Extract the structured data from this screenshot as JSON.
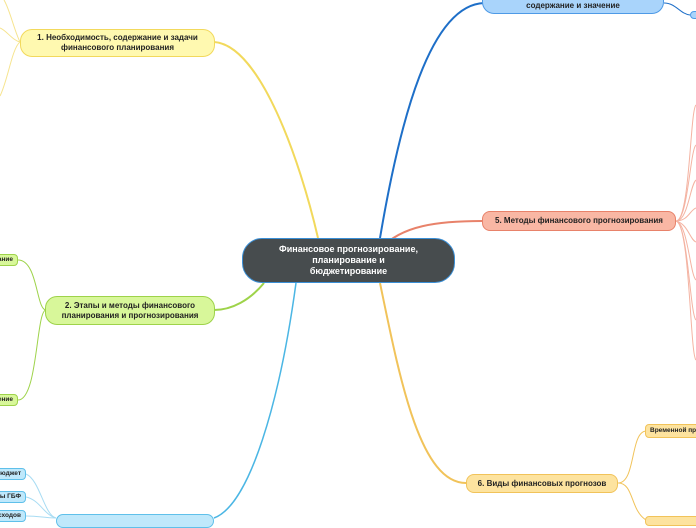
{
  "central": {
    "label": "Финансовое прогнозирование, планирование и бюджетирование"
  },
  "topics": [
    {
      "id": "t1",
      "label": "1. Необходимость, содержание и задачи финансового планирования"
    },
    {
      "id": "t2",
      "label": "2. Этапы и методы финансового планирования и прогнозирования"
    },
    {
      "id": "t4",
      "label": "содержание и значение"
    },
    {
      "id": "t5",
      "label": "5. Методы финансового прогнозирования"
    },
    {
      "id": "t6",
      "label": "6. Виды финансовых прогнозов"
    }
  ],
  "subtopics": {
    "t2_a": "ание",
    "t2_b": "ение",
    "t3_a": "бюджет",
    "t3_b": "ты ГБФ",
    "t3_c": "сходов",
    "t6_a": "Временной пр"
  },
  "colors": {
    "yellow": "#f2d95c",
    "green": "#9ed34a",
    "blue": "#1e6fc8",
    "salmon": "#e8826a",
    "orange": "#f1c35a",
    "cyan": "#4bb6e4",
    "central": "#474c4e"
  }
}
